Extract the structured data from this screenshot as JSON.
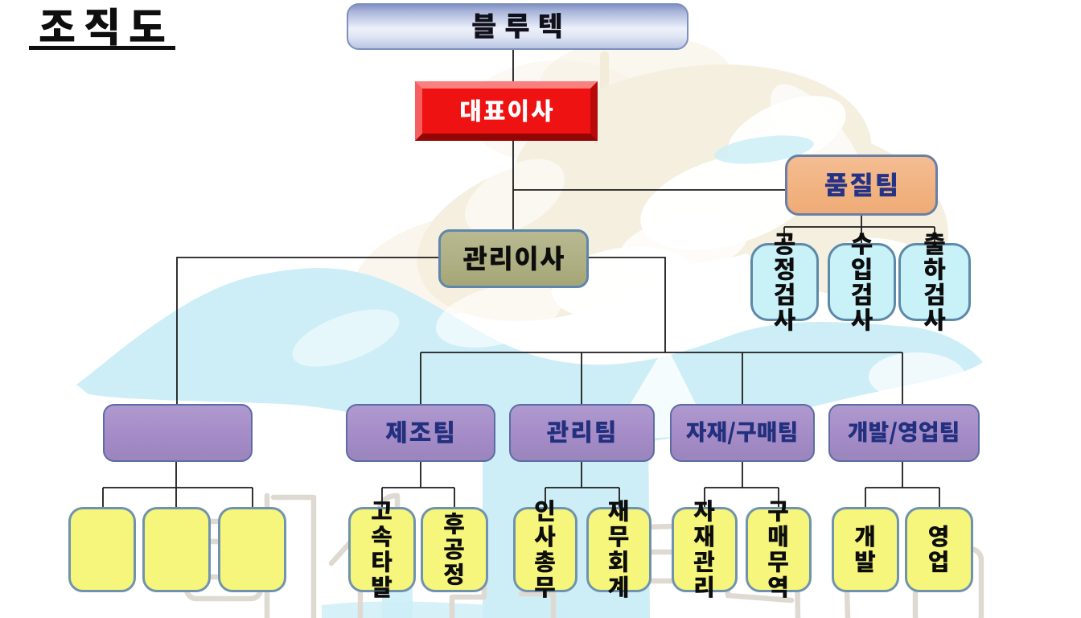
{
  "page": {
    "title": "조직도"
  },
  "org": {
    "company": {
      "label": "블루텍"
    },
    "ceo": {
      "label": "대표이사"
    },
    "quality_team": {
      "label": "품질팀",
      "children": [
        {
          "label": "공정검사"
        },
        {
          "label": "수입검사"
        },
        {
          "label": "출하검사"
        }
      ]
    },
    "managing_director": {
      "label": "관리이사"
    },
    "departments": [
      {
        "label": "",
        "children": [
          {
            "label": ""
          },
          {
            "label": ""
          },
          {
            "label": ""
          }
        ]
      },
      {
        "label": "제조팀",
        "children": [
          {
            "label": "고속타발"
          },
          {
            "label": "후공정"
          }
        ]
      },
      {
        "label": "관리팀",
        "children": [
          {
            "label": "인사총무"
          },
          {
            "label": "재무회계"
          }
        ]
      },
      {
        "label": "자재/구매팀",
        "children": [
          {
            "label": "자재관리"
          },
          {
            "label": "구매무역"
          }
        ]
      },
      {
        "label": "개발/영업팀",
        "children": [
          {
            "label": "개발"
          },
          {
            "label": "영업"
          }
        ]
      }
    ]
  },
  "colors": {
    "company_box_border": "#7d90bb",
    "ceo_box": "#ee1212",
    "quality_box": "#f2b382",
    "managing_box": "#b1b286",
    "department_box": "#a78dc9",
    "team_box": "#f5f67b",
    "inspection_box": "#c9f1f8",
    "navy_text": "#1e2f7d",
    "connector": "#1c1c1c"
  }
}
